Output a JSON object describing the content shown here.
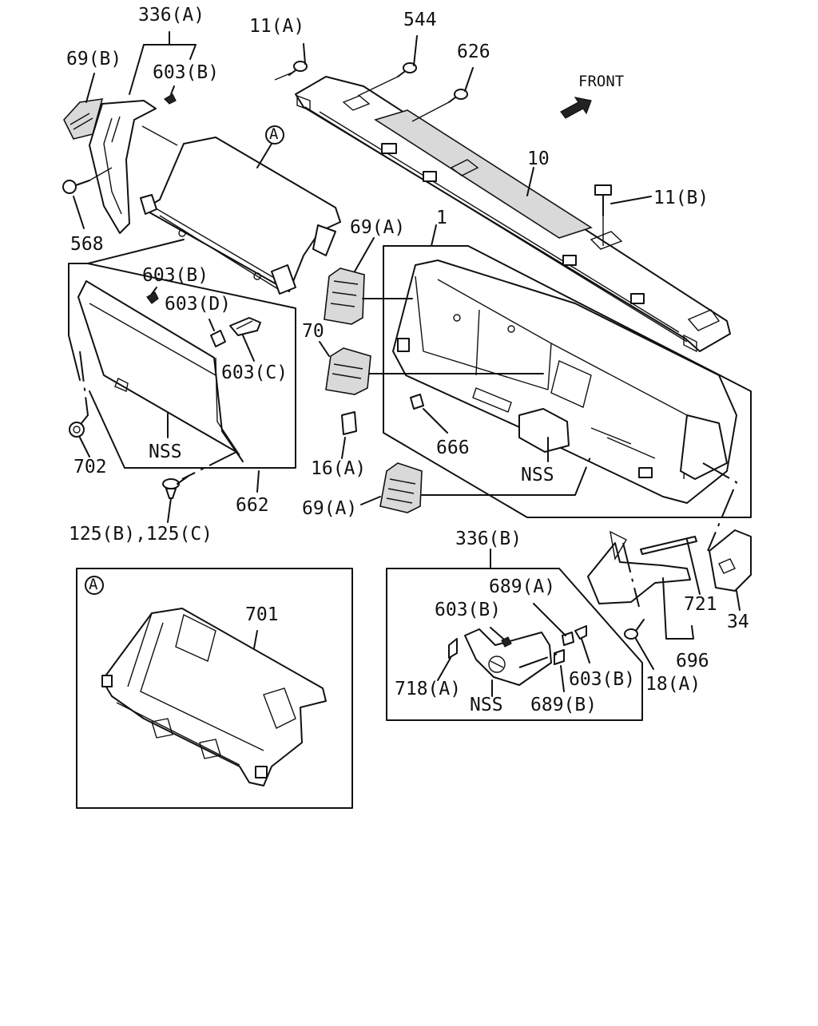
{
  "labels": {
    "l336a": "336(A)",
    "l11a": "11(A)",
    "l544": "544",
    "l626": "626",
    "l69b": "69(B)",
    "l603b_top": "603(B)",
    "lfront": "FRONT",
    "l10": "10",
    "l11b": "11(B)",
    "l568": "568",
    "l69a_top": "69(A)",
    "l1": "1",
    "l603b_mid": "603(B)",
    "l603d": "603(D)",
    "l70": "70",
    "l603c": "603(C)",
    "l666": "666",
    "l702": "702",
    "lnss_lid": "NSS",
    "l16a": "16(A)",
    "lnss_dash": "NSS",
    "l69a_bot": "69(A)",
    "l662": "662",
    "l125": "125(B),125(C)",
    "l336b": "336(B)",
    "l689a": "689(A)",
    "l603b_box": "603(B)",
    "l721": "721",
    "l34": "34",
    "l718a": "718(A)",
    "l603b_box2": "603(B)",
    "l18a": "18(A)",
    "lnss_box": "NSS",
    "l689b": "689(B)",
    "l696": "696",
    "l701": "701",
    "callout_a": "A",
    "inset_a": "A"
  }
}
